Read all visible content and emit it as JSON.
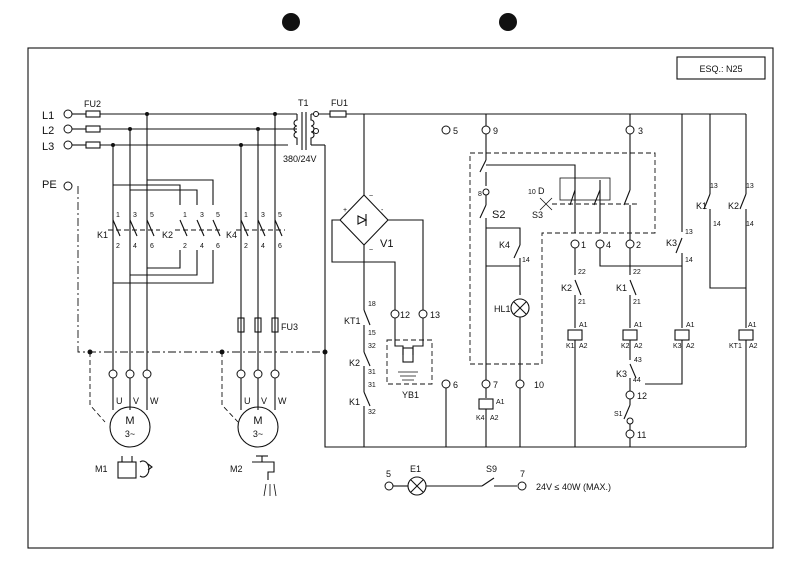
{
  "title_block": {
    "ref": "ESQ.: N25"
  },
  "lines": [
    "L1",
    "L2",
    "L3",
    "PE"
  ],
  "fuses": {
    "main": "FU2",
    "control": "FU1",
    "motor2": "FU3"
  },
  "transformer": {
    "name": "T1",
    "rating": "380/24V"
  },
  "contactors": {
    "k1_power": "K1",
    "k2_power": "K2",
    "k4_power": "K4",
    "pole_numbers_top": [
      "1",
      "3",
      "5"
    ],
    "pole_numbers_bottom": [
      "2",
      "4",
      "6"
    ]
  },
  "motor1": {
    "label": "M1",
    "symbol": "M",
    "phase": "3~",
    "uvw": [
      "U",
      "V",
      "W"
    ]
  },
  "motor2": {
    "label": "M2",
    "symbol": "M",
    "phase": "3~",
    "uvw": [
      "U",
      "V",
      "W"
    ]
  },
  "rectifier": {
    "name": "V1",
    "solenoid": "YB1",
    "plus": "+",
    "minus": "-",
    "ac": "~"
  },
  "control_left": {
    "kt1": "KT1",
    "kt1_top": "18",
    "kt1_bot": "15",
    "k2": "K2",
    "k2_top": "32",
    "k2_bot": "31",
    "k1": "K1",
    "k1_top": "31",
    "k1_bot": "32"
  },
  "terminals": {
    "t12": "12",
    "t13": "13",
    "t5": "5",
    "t9": "9",
    "t3": "3",
    "t6": "6",
    "t7": "7",
    "t10": "10",
    "t1": "1",
    "t4": "4",
    "t2": "2",
    "t12b": "12",
    "t11": "11",
    "t13a": "13",
    "t13b": "13"
  },
  "panel": {
    "s2": "S2",
    "s2_num": "8",
    "s3": "S3",
    "s3_num": "10",
    "s3_D": "D",
    "k4_aux": "K4",
    "k4_aux_num": "14",
    "lamp": "HL1",
    "coil_k4": "K4",
    "coil_a1": "A1",
    "coil_a2": "A2"
  },
  "right": {
    "k2_aux": "K2",
    "k2_aux_22": "22",
    "k2_aux_21": "21",
    "k1_aux": "K1",
    "k1_aux_22": "22",
    "k1_aux_21": "21",
    "k3_aux": "K3",
    "k3_aux_13": "13",
    "k3_aux_14": "14",
    "k1_no": "K1",
    "k1_no_13": "13",
    "k1_no_14": "14",
    "k2_no": "K2",
    "k2_no_13": "13",
    "k2_no_14": "14",
    "coils": [
      "K1",
      "K2",
      "K3",
      "KT1"
    ],
    "k3_43": "43",
    "k3_44": "44",
    "k3_label": "K3",
    "s1": "S1"
  },
  "lamp_circuit": {
    "left_term": "5",
    "lamp": "E1",
    "switch": "S9",
    "right_term": "7",
    "rating": "24V ≤ 40W (MAX.)"
  }
}
